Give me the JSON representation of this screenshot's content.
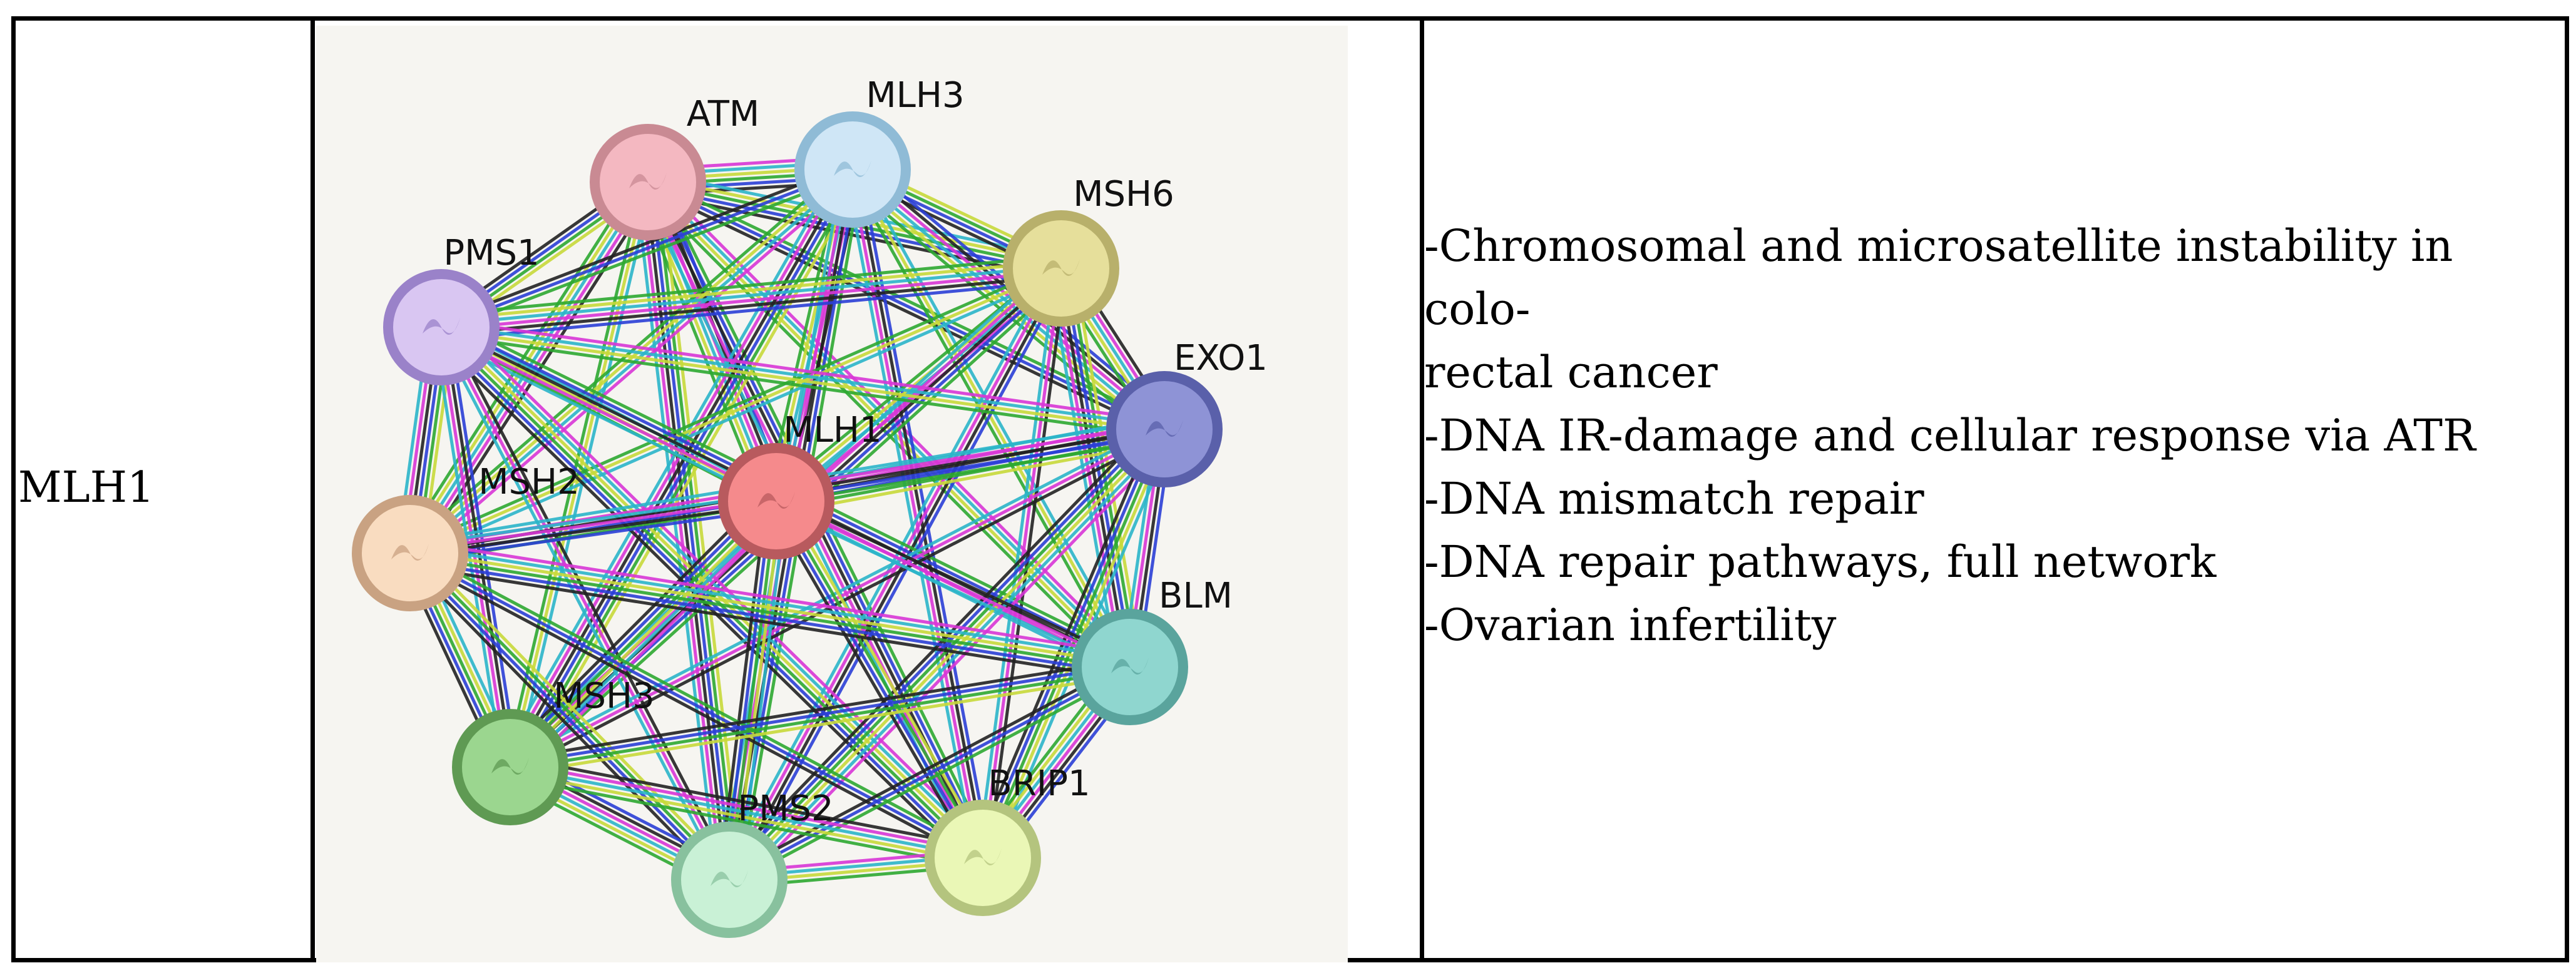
{
  "gene": "MLH1",
  "network": {
    "nodes": [
      {
        "id": "ATM",
        "label": "ATM",
        "color": "#f4b8c1",
        "ring": "#c98a93"
      },
      {
        "id": "MLH3",
        "label": "MLH3",
        "color": "#cfe6f6",
        "ring": "#8fbbd6"
      },
      {
        "id": "MSH6",
        "label": "MSH6",
        "color": "#e6df9b",
        "ring": "#b8b06b"
      },
      {
        "id": "PMS1",
        "label": "PMS1",
        "color": "#d9c6f2",
        "ring": "#9a82c9"
      },
      {
        "id": "EXO1",
        "label": "EXO1",
        "color": "#8e93d6",
        "ring": "#5a60aa"
      },
      {
        "id": "MLH1",
        "label": "MLH1",
        "color": "#f58a8c",
        "ring": "#b85a5e"
      },
      {
        "id": "MSH2",
        "label": "MSH2",
        "color": "#f9dcc0",
        "ring": "#c9a282"
      },
      {
        "id": "BLM",
        "label": "BLM",
        "color": "#8fd6cf",
        "ring": "#5aa49d"
      },
      {
        "id": "MSH3",
        "label": "MSH3",
        "color": "#9bd68f",
        "ring": "#5f9a53"
      },
      {
        "id": "PMS2",
        "label": "PMS2",
        "color": "#c9f1d6",
        "ring": "#88c19e"
      },
      {
        "id": "BRIP1",
        "label": "BRIP1",
        "color": "#eaf7b6",
        "ring": "#b4c47e"
      }
    ],
    "edge_colors": [
      "#222222",
      "#d836d6",
      "#2bb5c9",
      "#c8d93a",
      "#2ea831",
      "#2b3fd6"
    ]
  },
  "pathways": [
    "-Chromosomal and microsatellite instability in colo-",
    "rectal cancer",
    "-DNA IR-damage and cellular response via ATR",
    "-DNA mismatch repair",
    "-DNA repair pathways, full network",
    "-Ovarian infertility"
  ]
}
